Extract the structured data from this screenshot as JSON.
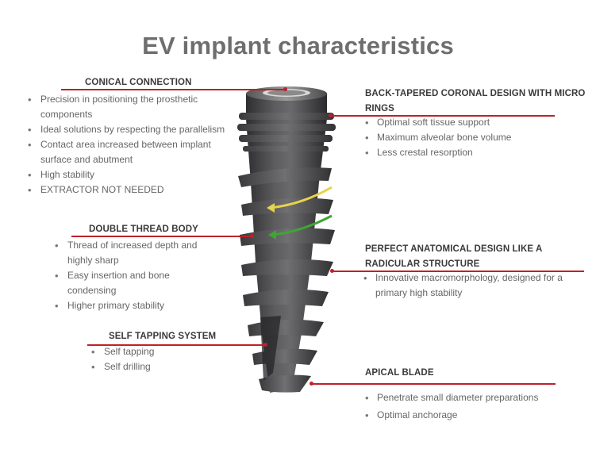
{
  "title": "EV implant characteristics",
  "left": [
    {
      "heading": "CONICAL CONNECTION",
      "items": [
        "Precision in positioning the prosthetic components",
        "Ideal solutions by respecting the parallelism",
        "Contact area increased between implant surface and abutment",
        "High stability",
        "EXTRACTOR NOT NEEDED"
      ]
    },
    {
      "heading": "DOUBLE THREAD BODY",
      "items": [
        "Thread of increased depth and highly sharp",
        "Easy insertion and bone condensing",
        "Higher primary stability"
      ]
    },
    {
      "heading": "SELF TAPPING SYSTEM",
      "items": [
        "Self tapping",
        "Self drilling"
      ]
    }
  ],
  "right": [
    {
      "heading": "BACK-TAPERED CORONAL DESIGN WITH MICRO RINGS",
      "items": [
        "Optimal soft tissue support",
        "Maximum alveolar bone volume",
        "Less crestal resorption"
      ]
    },
    {
      "heading": "PERFECT ANATOMICAL DESIGN LIKE A RADICULAR STRUCTURE",
      "items": [
        "Innovative macromorphology, designed for a primary high stability"
      ]
    },
    {
      "heading": "APICAL BLADE",
      "items": [
        "Penetrate small diameter preparations",
        "Optimal anchorage"
      ]
    }
  ],
  "colors": {
    "leader_line": "#c0202a",
    "implant_body": "#4a4a4c",
    "arrow_yellow": "#e8d24a",
    "arrow_green": "#3fa535"
  },
  "icons": [
    "dental-implant-illustration",
    "rotation-arrow-icon"
  ]
}
